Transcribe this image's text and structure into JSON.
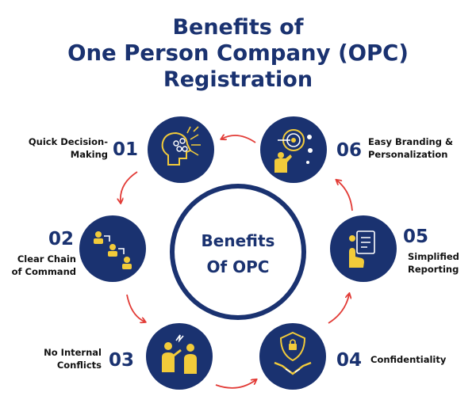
{
  "title": {
    "line1": "Benefits of",
    "line2": "One Person Company (OPC)",
    "line3": "Registration"
  },
  "center": {
    "line1": "Benefits",
    "line2": "Of OPC"
  },
  "items": [
    {
      "number": "01",
      "label_line1": "Quick Decision-",
      "label_line2": "Making",
      "icon": "brain-thinking-icon"
    },
    {
      "number": "02",
      "label_line1": "Clear Chain",
      "label_line2": "of Command",
      "icon": "hierarchy-icon"
    },
    {
      "number": "03",
      "label_line1": "No Internal",
      "label_line2": "Conflicts",
      "icon": "argument-people-icon"
    },
    {
      "number": "04",
      "label_line1": "Confidentiality",
      "label_line2": "",
      "icon": "shield-handshake-icon"
    },
    {
      "number": "05",
      "label_line1": "Simplified",
      "label_line2": "Reporting",
      "icon": "report-touch-icon"
    },
    {
      "number": "06",
      "label_line1": "Easy Branding &",
      "label_line2": "Personalization",
      "icon": "target-presenter-icon"
    }
  ],
  "colors": {
    "navy": "#1a3270",
    "gold": "#f2cb3a",
    "arrow_red": "#e23b36",
    "text": "#111111"
  }
}
